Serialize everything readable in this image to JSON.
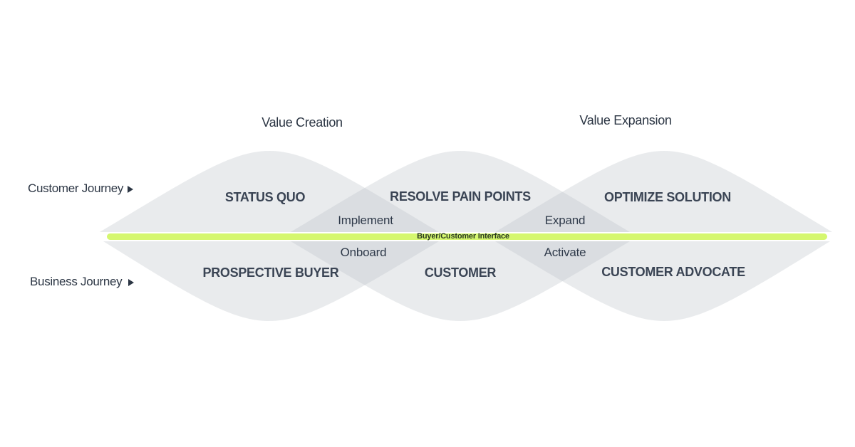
{
  "phases": {
    "creation": "Value Creation",
    "expansion": "Value Expansion"
  },
  "journeys": {
    "customer": "Customer Journey",
    "business": "Business Journey"
  },
  "stages_top": [
    "STATUS QUO",
    "RESOLVE PAIN POINTS",
    "OPTIMIZE SOLUTION"
  ],
  "stages_bottom": [
    "PROSPECTIVE BUYER",
    "CUSTOMER",
    "CUSTOMER ADVOCATE"
  ],
  "transitions_top": [
    "Implement",
    "Expand"
  ],
  "transitions_bottom": [
    "Onboard",
    "Activate"
  ],
  "interface_label": "Buyer/Customer Interface",
  "colors": {
    "lobe_fill": "#bcc0c6",
    "interface_bar": "#d5f76f",
    "text": "#2f3a4a"
  },
  "icons": {
    "journey_marker": "triangle-right-icon"
  }
}
